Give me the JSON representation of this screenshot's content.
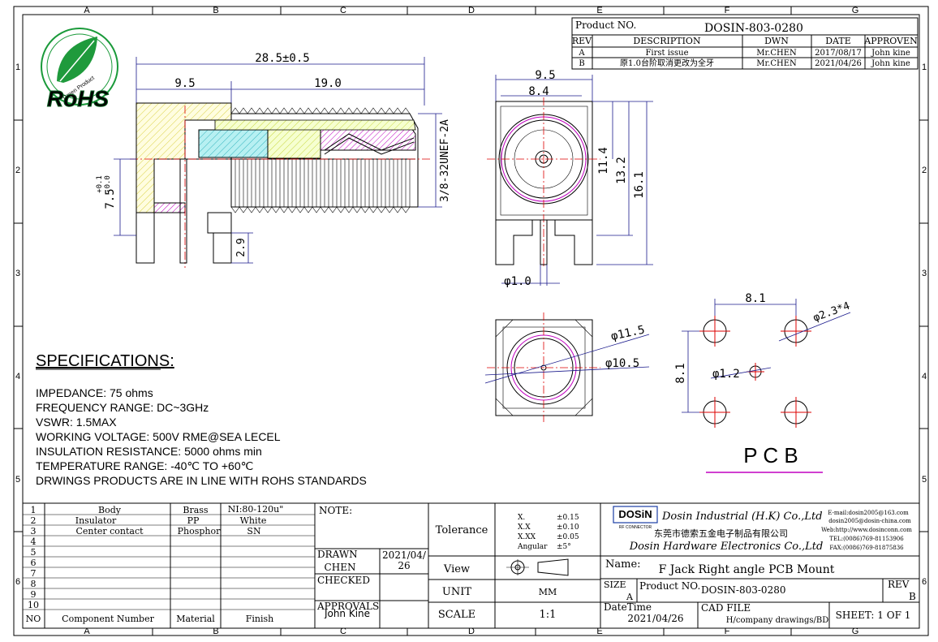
{
  "border": {
    "columns": [
      "A",
      "B",
      "C",
      "D",
      "E",
      "F",
      "G"
    ],
    "rows": [
      "1",
      "2",
      "3",
      "4",
      "5",
      "6"
    ]
  },
  "rev_table": {
    "product_no_label": "Product NO.",
    "product_no": "DOSIN-803-0280",
    "headers": [
      "REV",
      "DESCRIPTION",
      "DWN",
      "DATE",
      "APPROVEN"
    ],
    "rows": [
      [
        "A",
        "First issue",
        "Mr.CHEN",
        "2017/08/17",
        "John kine"
      ],
      [
        "B",
        "原1.0台阶取消更改为全牙",
        "Mr.CHEN",
        "2021/04/26",
        "John kine"
      ]
    ]
  },
  "logo": {
    "ring_text": "Green Product",
    "main": "RoHS"
  },
  "side_view": {
    "dims": {
      "overall": "28.5±0.5",
      "left": "9.5",
      "right": "19.0",
      "thread": "3/8-32UNEF-2A",
      "height": "7.5",
      "tol_upper": "+0.1",
      "tol_lower": "-0.0",
      "pin": "2.9"
    }
  },
  "front_view": {
    "dims": {
      "width": "9.5",
      "inner": "8.4",
      "h1": "11.4",
      "h2": "13.2",
      "h3": "16.1",
      "pin_dia": "φ1.0"
    }
  },
  "bottom_view": {
    "dims": {
      "outer": "φ11.5",
      "inner": "φ10.5"
    }
  },
  "pcb": {
    "dims": {
      "spacing_x": "8.1",
      "spacing_y": "8.1",
      "hole": "φ2.3*4",
      "center": "φ1.2"
    },
    "label": "P C B"
  },
  "specs": {
    "title": "SPECIFICATIONS:",
    "lines": [
      "IMPEDANCE: 75 ohms",
      "FREQUENCY RANGE: DC~3GHz",
      "VSWR: 1.5MAX",
      "WORKING VOLTAGE: 500V RME@SEA LECEL",
      "INSULATION RESISTANCE: 5000 ohms min",
      "TEMPERATURE RANGE: -40℃ TO +60℃",
      "DRWINGS PRODUCTS ARE IN LINE WITH ROHS STANDARDS"
    ]
  },
  "bom": {
    "rows": [
      [
        "1",
        "Body",
        "Brass",
        "NI:80-120u\""
      ],
      [
        "2",
        "Insulator",
        "PP",
        "White"
      ],
      [
        "3",
        "Center contact",
        "Phosphor",
        "SN"
      ],
      [
        "4",
        "",
        "",
        ""
      ],
      [
        "5",
        "",
        "",
        ""
      ],
      [
        "6",
        "",
        "",
        ""
      ],
      [
        "7",
        "",
        "",
        ""
      ],
      [
        "8",
        "",
        "",
        ""
      ],
      [
        "9",
        "",
        "",
        ""
      ],
      [
        "10",
        "",
        "",
        ""
      ]
    ],
    "footer": [
      "NO",
      "Component Number",
      "Material",
      "Finish"
    ]
  },
  "title_block": {
    "note_label": "NOTE:",
    "drawn_label": "DRAWN",
    "drawn_by": "CHEN",
    "drawn_date": "2021/04/26",
    "checked_label": "CHECKED",
    "approvals_label": "APPROVALS",
    "approver": "John Kine",
    "tolerance_label": "Tolerance",
    "tolerances": [
      [
        "X.",
        "±0.15"
      ],
      [
        "X.X",
        "±0.10"
      ],
      [
        "X.XX",
        "±0.05"
      ],
      [
        "Angular",
        "±5°"
      ]
    ],
    "view_label": "View",
    "unit_label": "UNIT",
    "unit": "MM",
    "scale_label": "SCALE",
    "scale": "1:1",
    "brand": "DOSiN",
    "brand_sub": "RF CONNECTOR",
    "company_en1": "Dosin Industrial (H.K) Co.,Ltd",
    "company_cn": "东莞市德索五金电子制品有限公司",
    "company_en2": "Dosin Hardware Electronics Co.,Ltd",
    "contact": [
      "E-mail:dosin2005@163.com",
      "dosin2005@dosin-china.com",
      "Web:http://www.dosinconn.com",
      "TEL:(0086)769-81153906",
      "FAX:(0086)769-81875836"
    ],
    "name_label": "Name:",
    "name": "F Jack Right angle PCB Mount",
    "size_label": "SIZE",
    "size": "A",
    "product_no_label": "Product NO.",
    "product_no": "DOSIN-803-0280",
    "rev_label": "REV",
    "rev": "B",
    "datetime_label": "DateTime",
    "datetime": "2021/04/26",
    "cad_label": "CAD FILE",
    "cad": "H/company drawings/BD",
    "sheet": "SHEET: 1 OF 1"
  }
}
